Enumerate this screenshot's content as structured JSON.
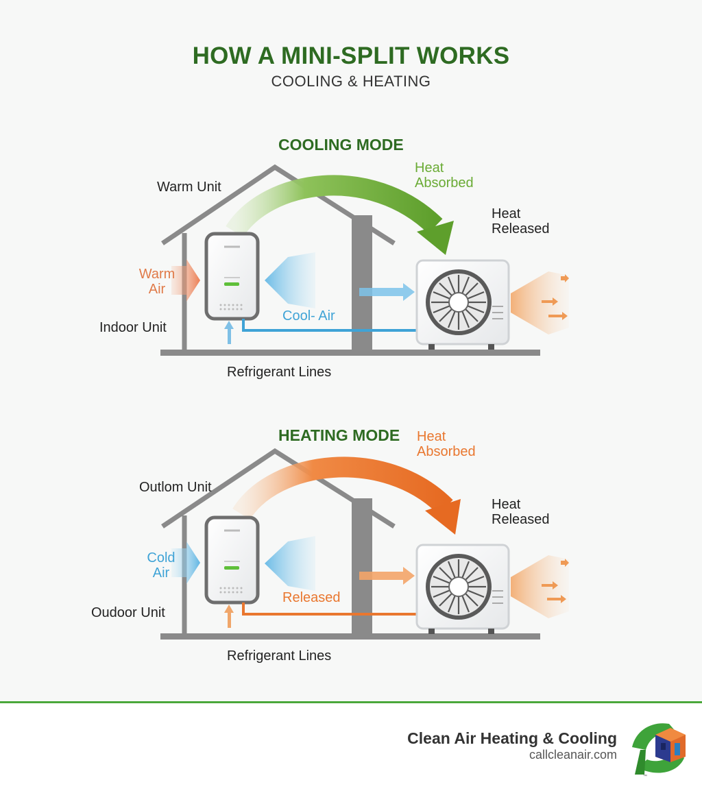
{
  "header": {
    "title": "HOW A MINI-SPLIT WORKS",
    "subtitle": "COOLING & HEATING"
  },
  "cooling": {
    "mode_title": "COOLING MODE",
    "heat_absorbed": [
      "Heat",
      "Absorbed"
    ],
    "heat_released": [
      "Heat",
      "Released"
    ],
    "top_left_label": "Warm Unit",
    "side_air": [
      "Warm",
      "Air"
    ],
    "bottom_left_label": "Indoor Unit",
    "line_label": "Cool- Air",
    "lines_label": "Refrigerant Lines",
    "arc_color": "#6aab35",
    "line_color": "#3fa3d6"
  },
  "heating": {
    "mode_title": "HEATING MODE",
    "heat_absorbed": [
      "Heat",
      "Absorbed"
    ],
    "heat_released": [
      "Heat",
      "Released"
    ],
    "top_left_label": "Outlom Unit",
    "side_air": [
      "Cold",
      "Air"
    ],
    "bottom_left_label": "Oudoor Unit",
    "line_label": "Released",
    "lines_label": "Refrigerant Lines",
    "arc_color": "#e9772f",
    "line_color": "#e9772f"
  },
  "footer": {
    "brand": "Clean Air Heating & Cooling",
    "url": "callcleanair.com",
    "logo_mark": "™",
    "accent_color": "#4aa83b"
  }
}
